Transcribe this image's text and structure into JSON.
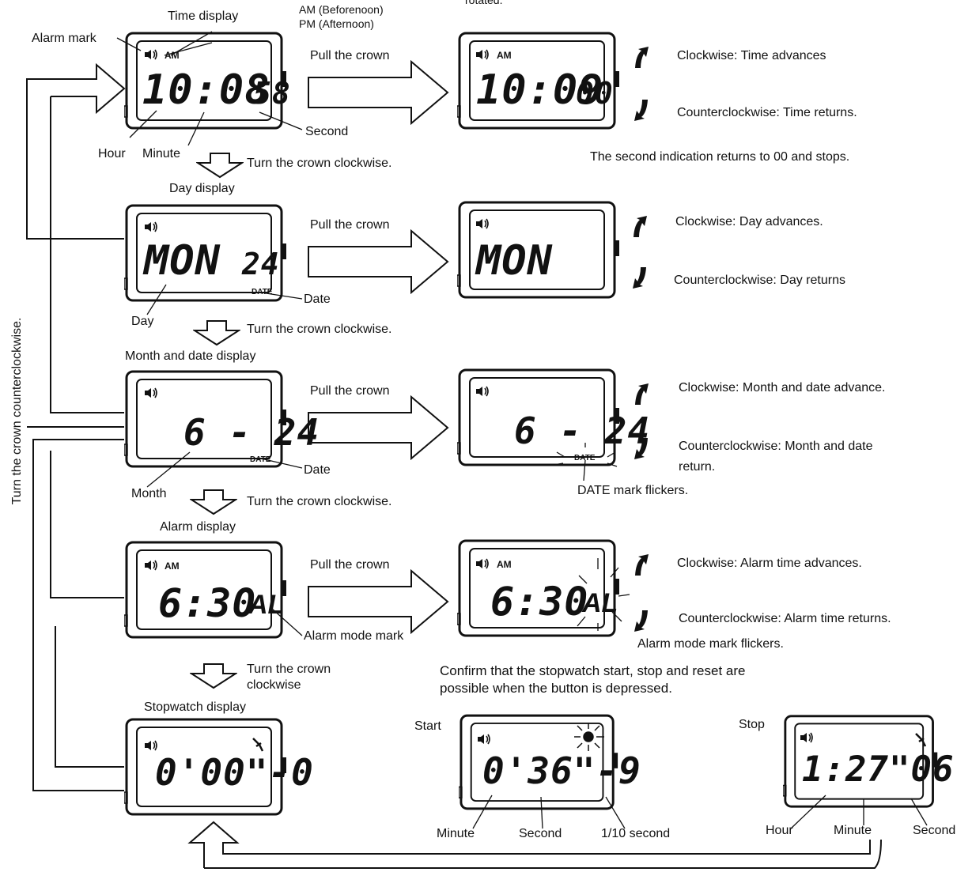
{
  "top_text": "rotated.",
  "left_vertical": "Turn the crown counterclockwise.",
  "turn_cw": "Turn the crown clockwise.",
  "turn_cw_line1": "Turn the crown",
  "turn_cw_line2": "clockwise",
  "pull": "Pull the crown",
  "lcd_marks": {
    "am": "AM",
    "date": "DATE",
    "al": "AL",
    "bell": "bell-icon",
    "stopwatch": "stopwatch-icon"
  },
  "time": {
    "title": "Time display",
    "am": "AM (Beforenoon)",
    "pm": "PM (Afternoon)",
    "alarm_mark": "Alarm mark",
    "hour": "Hour",
    "minute": "Minute",
    "second": "Second",
    "digits": "10:08",
    "seconds": "58",
    "set_digits": "10:09",
    "set_seconds": "00",
    "cw": "Clockwise:  Time advances",
    "ccw": "Counterclockwise:  Time returns.",
    "note": "The second indication returns to 00 and stops."
  },
  "day": {
    "title": "Day display",
    "digits": "MON",
    "date_num": "24",
    "day_label": "Day",
    "date_label": "Date",
    "set_digits": "MON",
    "cw": "Clockwise:  Day advances.",
    "ccw": "Counterclockwise:  Day returns"
  },
  "month": {
    "title": "Month and date display",
    "digits": "6 - 24",
    "month_label": "Month",
    "date_label": "Date",
    "cw": "Clockwise:  Month and date advance.",
    "ccw_line1": "Counterclockwise:  Month and date",
    "ccw_line2": "return.",
    "flicker": "DATE mark flickers."
  },
  "alarm": {
    "title": "Alarm display",
    "digits": "6:30",
    "mode_label": "Alarm mode mark",
    "cw": "Clockwise:  Alarm time advances.",
    "ccw": "Counterclockwise:  Alarm time returns.",
    "flicker": "Alarm mode mark flickers."
  },
  "stopwatch": {
    "title": "Stopwatch display",
    "digits": "0'00\"-0",
    "confirm_line1": "Confirm  that  the  stopwatch  start,  stop  and  reset  are",
    "confirm_line2": "possible  when  the  button  is  depressed.",
    "start": "Start",
    "start_digits": "0'36\"-9",
    "start_minute": "Minute",
    "start_second": "Second",
    "start_tenth": "1/10 second",
    "stop": "Stop",
    "stop_digits": "1:27\"06",
    "stop_hour": "Hour",
    "stop_minute": "Minute",
    "stop_second": "Second"
  }
}
